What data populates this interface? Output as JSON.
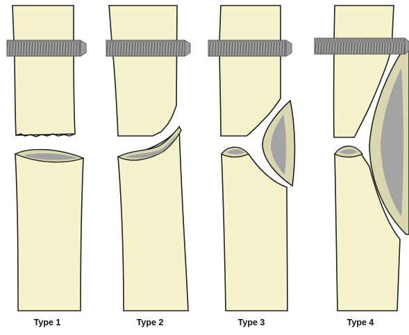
{
  "figure": {
    "colors": {
      "bone": "#f6f2cc",
      "outline": "#1e1e1e",
      "fragment": "#d9d6b0",
      "marrow": "#a3a3a3",
      "screw": "#9b9b9b",
      "screw_thread": "#5a5a5a"
    },
    "panels": [
      {
        "label": "Type 1"
      },
      {
        "label": "Type 2"
      },
      {
        "label": "Type 3"
      },
      {
        "label": "Type 4"
      }
    ]
  }
}
